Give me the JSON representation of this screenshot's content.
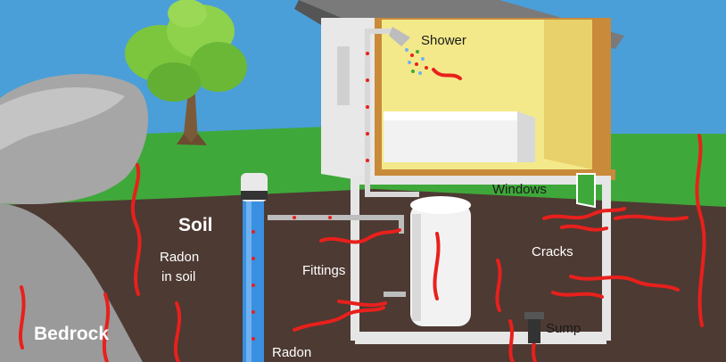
{
  "labels": {
    "shower": "Shower",
    "windows": "Windows",
    "soil": "Soil",
    "radon_in_soil_line1": "Radon",
    "radon_in_soil_line2": "in soil",
    "fittings": "Fittings",
    "cracks": "Cracks",
    "sump": "Sump",
    "bedrock": "Bedrock",
    "radon_well": "Radon"
  },
  "colors": {
    "sky": "#4a9fd8",
    "grass": "#3fa83a",
    "soil": "#4d3a33",
    "radon_arrow": "#e8201c",
    "house_wall": "#eeeeee",
    "room_yellow": "#f3e98a",
    "roof": "#6b6b6b",
    "well_pipe": "#3a8fe0"
  },
  "icons": [
    "tree-icon",
    "rock-icon",
    "house-icon",
    "water-heater-icon",
    "well-pipe-icon",
    "radon-arrow-icon"
  ]
}
